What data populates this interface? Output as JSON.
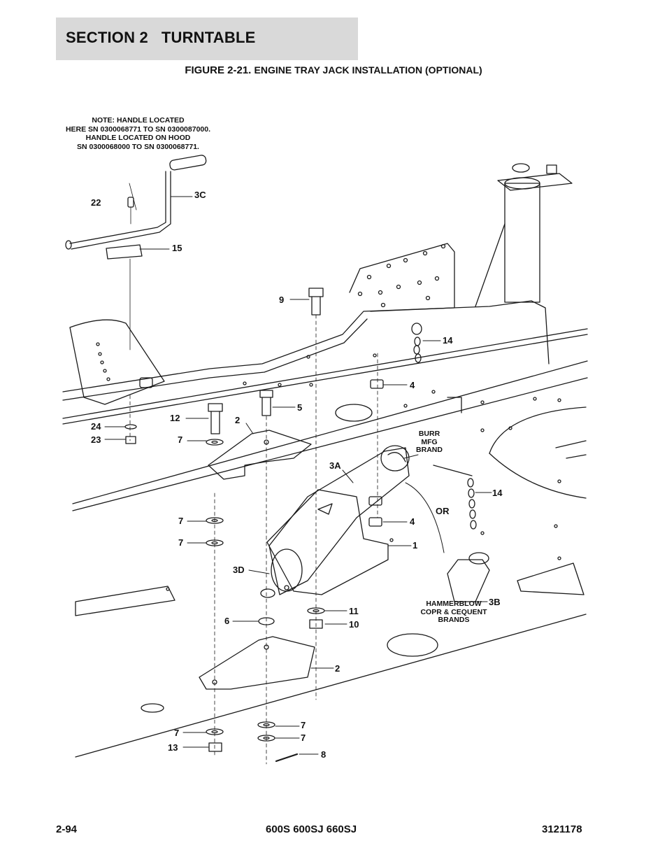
{
  "section": {
    "title": "SECTION 2   TURNTABLE"
  },
  "figure": {
    "number": "FIGURE 2-21.",
    "caption": "ENGINE TRAY JACK INSTALLATION (OPTIONAL)"
  },
  "note": {
    "lines": [
      "NOTE:  HANDLE LOCATED",
      "HERE SN 0300068771 TO SN 0300087000.",
      "HANDLE LOCATED ON HOOD",
      "SN 0300068000 TO SN 0300068771."
    ]
  },
  "callouts": [
    "22",
    "3C",
    "15",
    "9",
    "14",
    "4",
    "5",
    "12",
    "2",
    "24",
    "23",
    "7",
    "3A",
    "14",
    "4",
    "1",
    "7",
    "7",
    "OR",
    "3D",
    "11",
    "3B",
    "6",
    "10",
    "2",
    "7",
    "7",
    "7",
    "13",
    "8"
  ],
  "brands": {
    "burr": [
      "BURR",
      "MFG",
      "BRAND"
    ],
    "hammerblow": [
      "HAMMERBLOW",
      "COPR & CEQUENT",
      "BRANDS"
    ]
  },
  "footer": {
    "page": "2-94",
    "models": "600S 600SJ 660SJ",
    "doc_number": "3121178"
  }
}
